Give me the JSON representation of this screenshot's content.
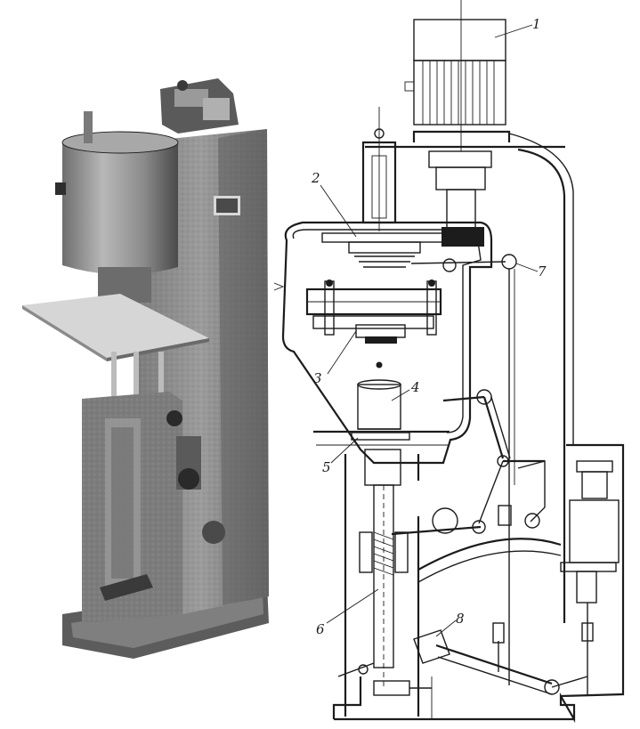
{
  "figure": {
    "photo_label": "",
    "callouts": [
      {
        "id": "1",
        "text": "1"
      },
      {
        "id": "2",
        "text": "2"
      },
      {
        "id": "3",
        "text": "3"
      },
      {
        "id": "4",
        "text": "4"
      },
      {
        "id": "5",
        "text": "5"
      },
      {
        "id": "6",
        "text": "6"
      },
      {
        "id": "7",
        "text": "7"
      },
      {
        "id": "8",
        "text": "8"
      }
    ]
  },
  "colors": {
    "ink": "#1c1c1c",
    "photo_dark": "#3a3a3a",
    "photo_mid": "#8a8a8a",
    "photo_light": "#c8c8c8",
    "paper": "#ffffff"
  }
}
